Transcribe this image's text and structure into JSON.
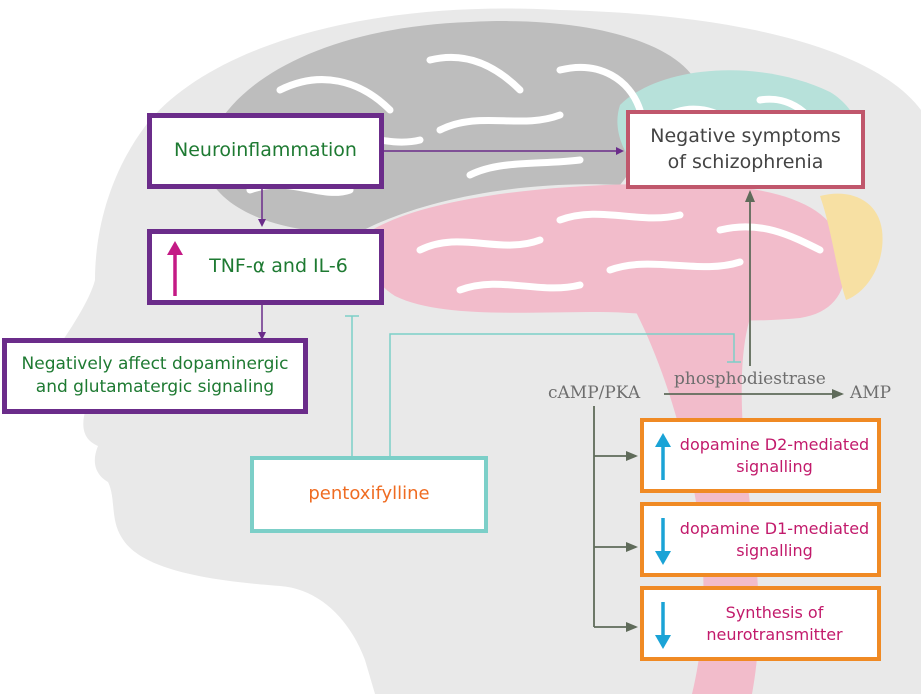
{
  "diagram": {
    "neuroinflammation": "Neuroinflammation",
    "cytokines": "TNF-α and IL-6",
    "signaling_effect": "Negatively affect dopaminergic and glutamatergic signaling",
    "negative_symptoms": "Negative symptoms of schizophrenia",
    "drug": "pentoxifylline",
    "camp_pka": "cAMP/PKA",
    "enzyme": "phosphodiestrase",
    "amp": "AMP",
    "d2_signalling": "dopamine D2-mediated signalling",
    "d1_signalling": "dopamine D1-mediated signalling",
    "synthesis": "Synthesis of neurotransmitter"
  },
  "indicators": {
    "cytokines": "increase",
    "d2_signalling": "increase",
    "d1_signalling": "decrease",
    "synthesis": "decrease"
  },
  "colors": {
    "inflammation_border": "#6b2c8a",
    "inflammation_text": "#1e7a32",
    "symptoms_border": "#c0576c",
    "drug_border": "#7ccfc8",
    "drug_text": "#ef6c22",
    "signalling_border": "#f08a24",
    "signalling_text": "#c21a6b",
    "up_arrow_cytokines": "#c41a85",
    "signalling_arrows": "#1aa3d6",
    "pathway_arrows": "#5f6b5a"
  }
}
